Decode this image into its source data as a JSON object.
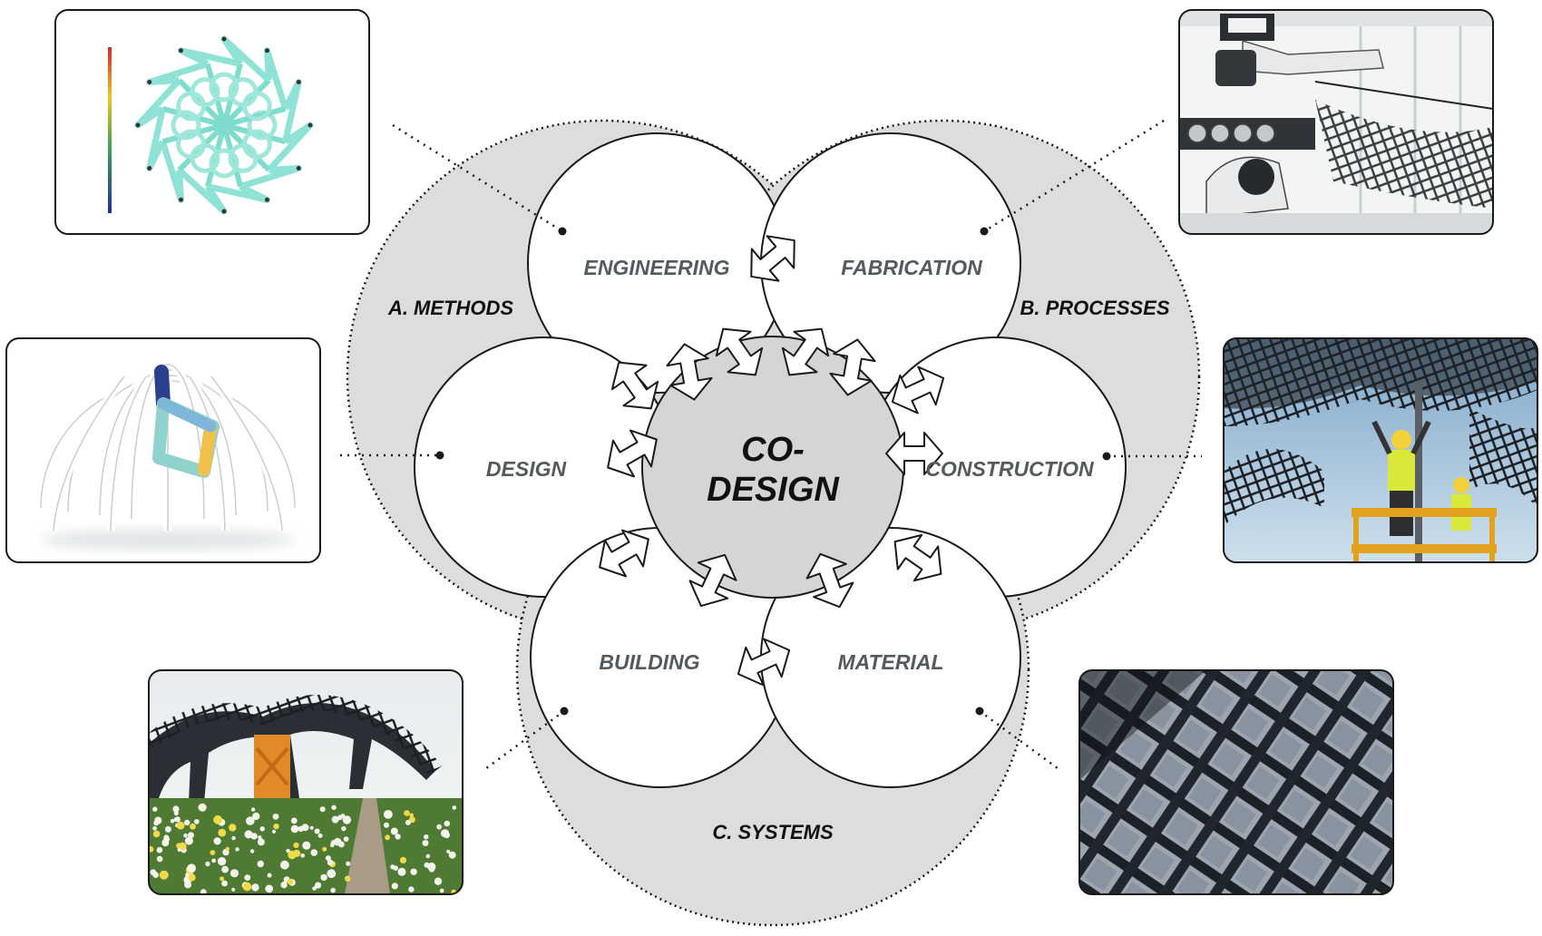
{
  "center": {
    "line1": "CO-",
    "line2": "DESIGN"
  },
  "groups": {
    "methods": "A. METHODS",
    "processes": "B. PROCESSES",
    "systems": "C. SYSTEMS"
  },
  "nodes": {
    "engineering": "ENGINEERING",
    "fabrication": "FABRICATION",
    "design": "DESIGN",
    "construction": "CONSTRUCTION",
    "building": "BUILDING",
    "material": "MATERIAL"
  },
  "colors": {
    "background": "#ffffff",
    "group_fill": "#dcdedd",
    "node_fill": "#ffffff",
    "center_fill": "#d4d6d5",
    "outline": "#1a1a1a",
    "node_label": "#555a5f"
  },
  "photos": [
    {
      "name": "structural-analysis-image",
      "icon": "colored-lattice-simulation"
    },
    {
      "name": "robotic-fabrication-photo",
      "icon": "industrial-robot-winding-fibers"
    },
    {
      "name": "digital-model-render",
      "icon": "white-dome-model-with-colored-components"
    },
    {
      "name": "onsite-construction-photo",
      "icon": "workers-on-lift-under-fiber-canopy"
    },
    {
      "name": "pavilion-building-photo",
      "icon": "fiber-pavilion-in-flower-field"
    },
    {
      "name": "fiber-material-closeup-photo",
      "icon": "carbon-fiber-lattice-closeup"
    }
  ]
}
